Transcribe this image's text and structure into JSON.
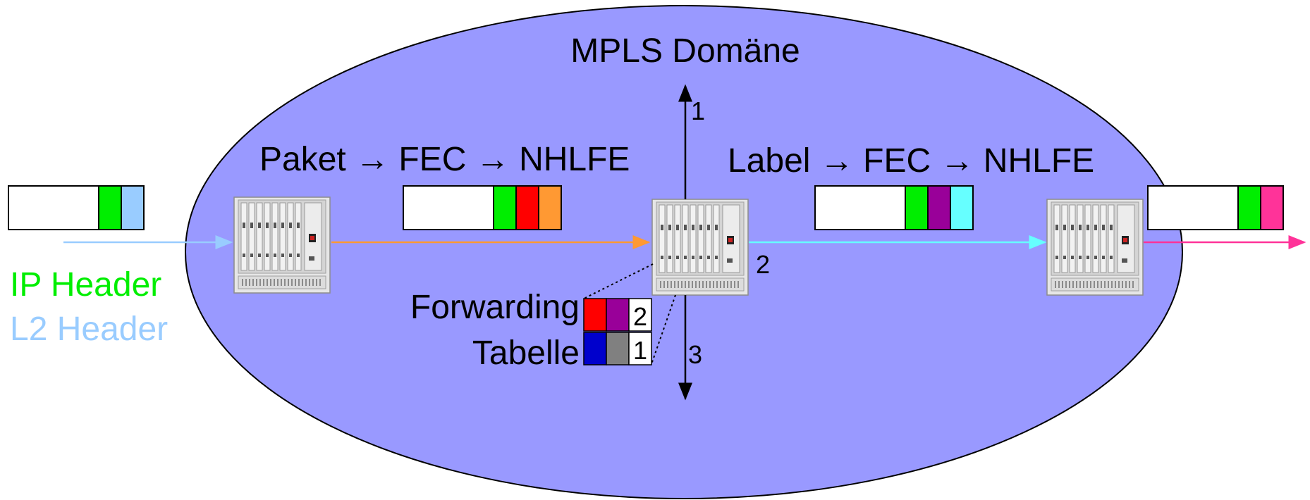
{
  "domain_title": "MPLS Domäne",
  "ingress_label": "Paket → FEC → NHLFE",
  "transit_label": "Label → FEC → NHLFE",
  "legend": {
    "ip_header": "IP Header",
    "l2_header": "L2 Header"
  },
  "table_caption": {
    "line1": "Forwarding",
    "line2": "Tabelle"
  },
  "forwarding_table": [
    {
      "in_color": "#ff0000",
      "out_color": "#990099",
      "port": "2"
    },
    {
      "in_color": "#0000cc",
      "out_color": "#808080",
      "port": "1"
    }
  ],
  "ports": {
    "up": "1",
    "right": "2",
    "down": "3"
  },
  "packets": {
    "incoming": {
      "header_colors": [
        "#00ee00",
        "#99ccff"
      ]
    },
    "ingress": {
      "header_colors": [
        "#00ee00",
        "#ff0000",
        "#ff9933"
      ]
    },
    "transit": {
      "header_colors": [
        "#00ee00",
        "#990099",
        "#66ffff"
      ]
    },
    "egress": {
      "header_colors": [
        "#00ee00",
        "#ff3399"
      ]
    }
  },
  "colors": {
    "domain_fill": "#9999ff",
    "ip_header": "#00ee00",
    "l2_header": "#99ccff",
    "link_in": "#99ccff",
    "link_ingress": "#ff9933",
    "link_transit": "#66ffff",
    "link_out": "#ff3399"
  },
  "icons": [
    "router-icon"
  ]
}
